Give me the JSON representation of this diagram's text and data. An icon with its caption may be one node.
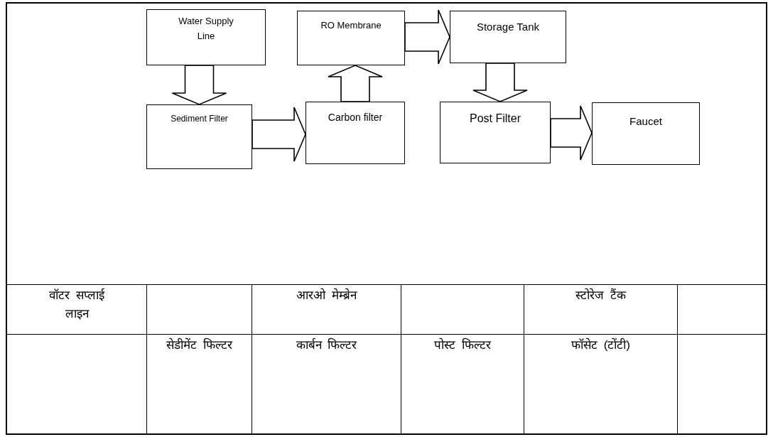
{
  "diagram": {
    "nodes": [
      {
        "text": [
          "Water Supply Line"
        ]
      },
      {
        "text": [
          "Sediment Filter"
        ]
      },
      {
        "text": [
          "Carbon filter"
        ]
      },
      {
        "text": [
          "RO Membrane"
        ]
      },
      {
        "text": [
          "Storage Tank"
        ]
      },
      {
        "text": [
          "Post Filter"
        ]
      },
      {
        "text": [
          "Faucet"
        ]
      }
    ],
    "edges": [
      {
        "from": 0,
        "to": 1,
        "arrow": "to"
      },
      {
        "from": 1,
        "to": 2,
        "arrow": "to"
      },
      {
        "from": 2,
        "to": 3,
        "arrow": "to"
      },
      {
        "from": 3,
        "to": 4,
        "arrow": "to"
      },
      {
        "from": 4,
        "to": 5,
        "arrow": "to"
      },
      {
        "from": 5,
        "to": 6,
        "arrow": "to"
      }
    ],
    "labels": [
      "वॉटर सप्लाई लाइन",
      "आरओ मेम्ब्रेन",
      "स्टोरेज टैंक",
      "सेडीमेंट फिल्टर",
      "कार्बन फिल्टर",
      "पोस्ट फिल्टर",
      "फॉसेट (टोंटी)"
    ]
  }
}
